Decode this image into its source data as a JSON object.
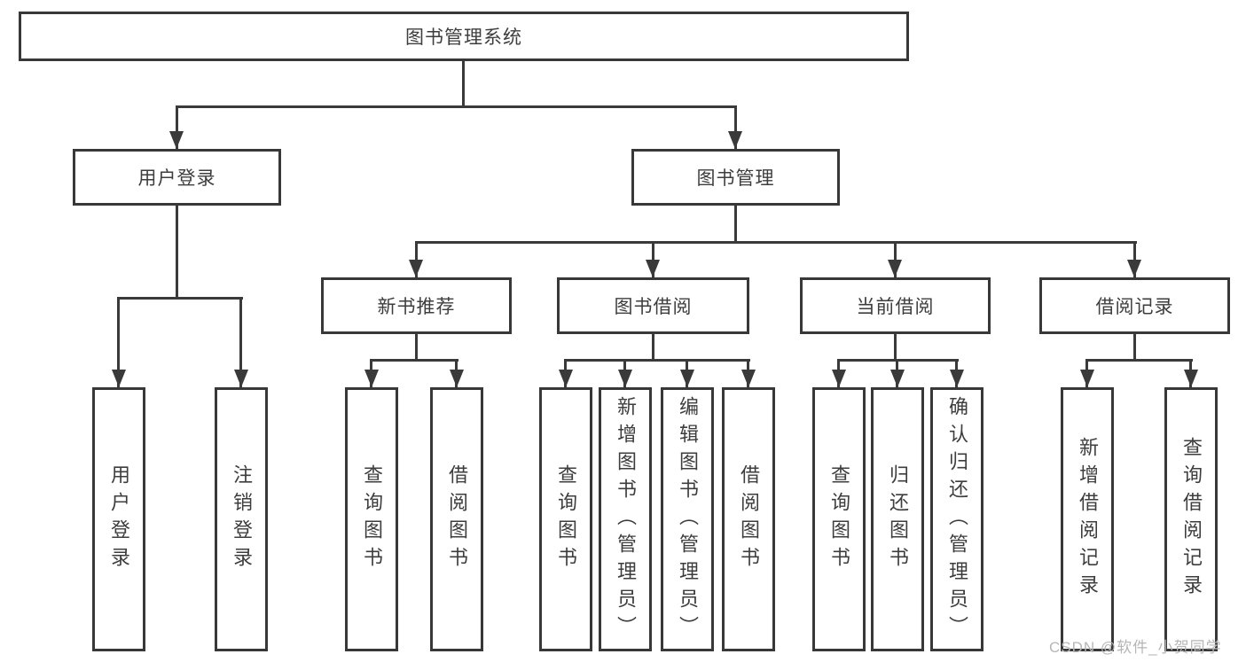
{
  "tree": {
    "label": "图书管理系统",
    "children": [
      {
        "label": "用户登录",
        "children": [
          {
            "label": "用户登录"
          },
          {
            "label": "注销登录"
          }
        ]
      },
      {
        "label": "图书管理",
        "children": [
          {
            "label": "新书推荐",
            "children": [
              {
                "label": "查询图书"
              },
              {
                "label": "借阅图书"
              }
            ]
          },
          {
            "label": "图书借阅",
            "children": [
              {
                "label": "查询图书"
              },
              {
                "label": "新增图书（管理员）"
              },
              {
                "label": "编辑图书（管理员）"
              },
              {
                "label": "借阅图书"
              }
            ]
          },
          {
            "label": "当前借阅",
            "children": [
              {
                "label": "查询图书"
              },
              {
                "label": "归还图书"
              },
              {
                "label": "确认归还（管理员）"
              }
            ]
          },
          {
            "label": "借阅记录",
            "children": [
              {
                "label": "新增借阅记录"
              },
              {
                "label": "查询借阅记录"
              }
            ]
          }
        ]
      }
    ]
  },
  "watermark": "CSDN @软件_小贺同学",
  "colors": {
    "line": "#3a3a3a",
    "border": "#383838",
    "text": "#3d3d3d",
    "watermark": "#b6b6b6",
    "background": "#ffffff"
  }
}
